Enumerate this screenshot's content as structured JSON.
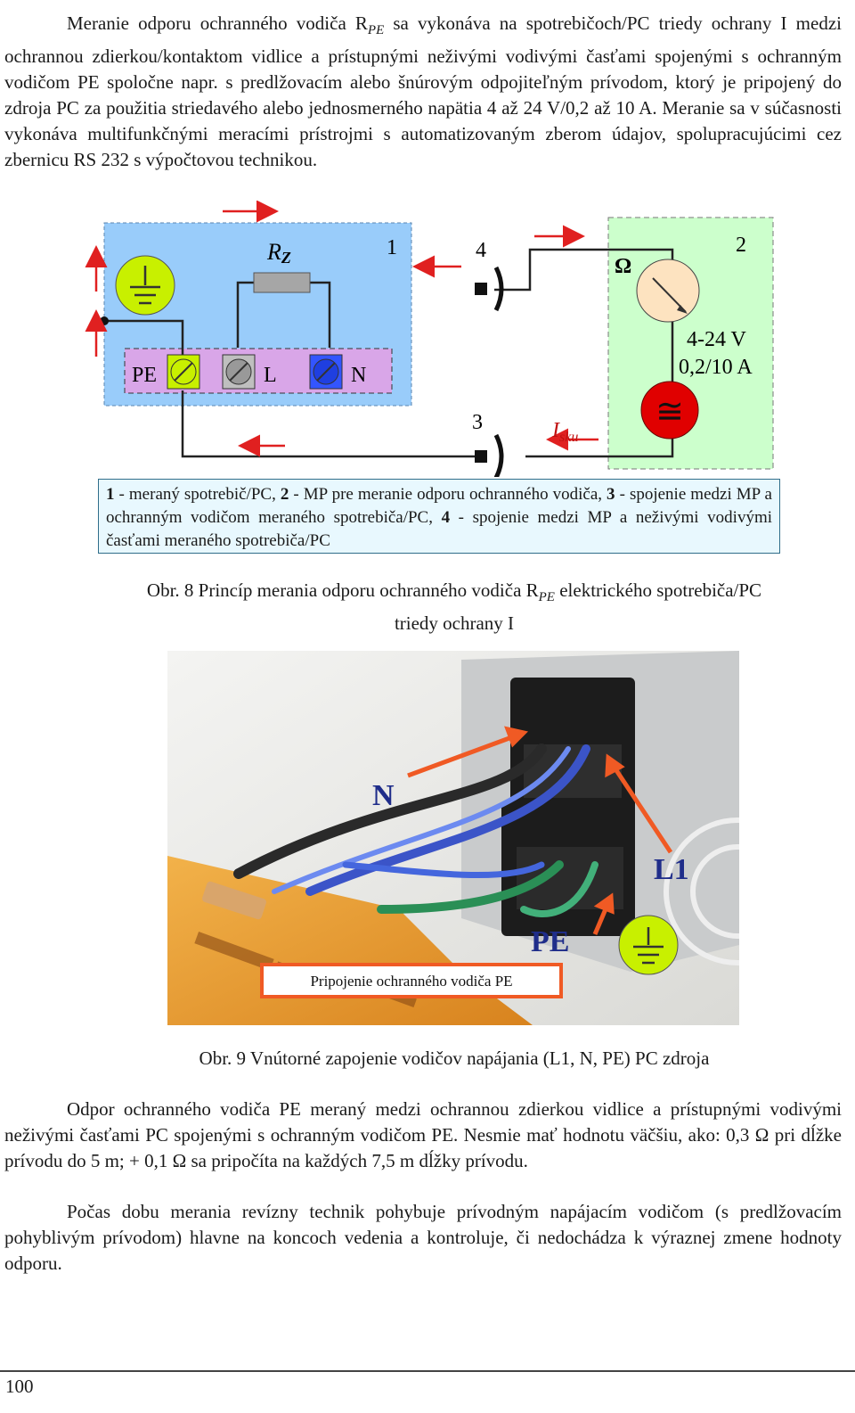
{
  "intro": {
    "p1": "Meranie odporu ochranného vodiča R",
    "p1_sub": "PE",
    "p1_rest": " sa vykonáva na spotrebičoch/PC triedy ochrany I medzi ochrannou zdierkou/kontaktom vidlice a prístupnými neživými vodivými časťami spojenými s ochranným vodičom PE spoločne napr. s predlžovacím alebo šnúrovým odpojiteľným prívodom, ktorý je pripojený do zdroja PC za použitia striedavého alebo jednosmerného napätia 4 až 24 V/0,2 až 10 A. Meranie sa v súčasnosti vykonáva multifunkčnými meracími prístrojmi s automatizovaným zberom údajov, spolupracujúcimi cez zbernicu RS 232 s výpočtovou technikou."
  },
  "figure8": {
    "rz_label": "R",
    "rz_sub": "Z",
    "label_1": "1",
    "label_2": "2",
    "label_3": "3",
    "label_4": "4",
    "ohm_symbol": "Ω",
    "voltage": "4-24 V",
    "current": "0,2/10 A",
    "ac_symbol": "≅",
    "isku": "I",
    "isku_sub": "sku",
    "terminal_pe": "PE",
    "terminal_l": "L",
    "terminal_n": "N",
    "legend": [
      {
        "num": "1",
        "text": " - meraný spotrebič/PC, "
      },
      {
        "num": "2",
        "text": " - MP pre meranie odporu ochranného vodiča, "
      },
      {
        "num": "3",
        "text": " - spojenie medzi MP a ochranným vodičom meraného spotrebiča/PC, "
      },
      {
        "num": "4",
        "text": " - spojenie medzi MP a neživými vodivými časťami meraného spotrebiča/PC"
      }
    ],
    "caption_a": "Obr. 8  Princíp merania odporu ochranného vodiča R",
    "caption_sub": "PE",
    "caption_b": " elektrického spotrebiča/PC",
    "caption_line2": "triedy ochrany I",
    "colors": {
      "consumer_bg": "#99ccfa",
      "meter_bg": "#ccffcc",
      "terminal_strip": "#d9a6e8",
      "arrow": "#e02020"
    }
  },
  "figure9": {
    "label_n": "N",
    "label_l1": "L1",
    "label_pe": "PE",
    "callout": "Pripojenie ochranného vodiča PE",
    "caption": "Obr. 9  Vnútorné zapojenie vodičov napájania (L1, N, PE) PC zdroja"
  },
  "body": {
    "p2": "Odpor ochranného vodiča PE meraný medzi ochrannou zdierkou vidlice a prístupnými vodivými neživými časťami PC spojenými s ochranným vodičom PE. Nesmie mať hodnotu väčšiu, ako: 0,3 Ω pri dĺžke prívodu do 5 m; + 0,1 Ω sa pripočíta na každých 7,5 m dĺžky prívodu.",
    "p3": "Počas dobu merania revízny technik pohybuje prívodným napájacím vodičom (s predlžovacím pohyblivým prívodom) hlavne na koncoch vedenia a kontroluje, či nedochádza k výraznej zmene hodnoty odporu."
  },
  "footer": {
    "page_number": "100"
  }
}
